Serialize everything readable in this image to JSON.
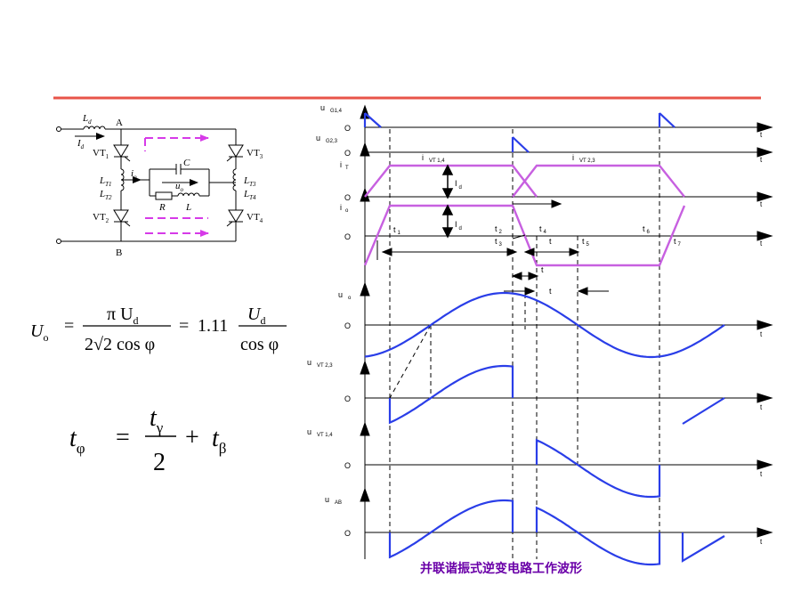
{
  "slide": {
    "caption": "并联谐振式逆变电路工作波形",
    "accent_color": "#e8544a",
    "caption_color": "#6a00a8",
    "wave_blue": "#2a3ee8",
    "wave_purple": "#c760e0",
    "dash_magenta": "#d63ae8"
  },
  "circuit": {
    "node_a": "A",
    "node_b": "B",
    "Ld": "L",
    "Ld_sub": "d",
    "Id": "I",
    "Id_sub": "d",
    "vt1": "VT",
    "vt1_sub": "1",
    "vt2": "VT",
    "vt2_sub": "2",
    "vt3": "VT",
    "vt3_sub": "3",
    "vt4": "VT",
    "vt4_sub": "4",
    "LT1": "L",
    "LT1_sub": "T1",
    "LT2": "L",
    "LT2_sub": "T2",
    "LT3": "L",
    "LT3_sub": "T3",
    "LT4": "L",
    "LT4_sub": "T4",
    "io": "i",
    "io_sub": "o",
    "uo": "u",
    "uo_sub": "o",
    "C": "C",
    "R": "R",
    "L": "L"
  },
  "equations": {
    "eq1": {
      "lhs": "U",
      "lhs_sub": "o",
      "num1": "π U",
      "num1_sub": "d",
      "den1": "2√2 cos φ",
      "eq": "=",
      "eq2": "=",
      "coef": "1.11",
      "num2": "U",
      "num2_sub": "d",
      "den2": "cos φ"
    },
    "eq2": {
      "lhs": "t",
      "lhs_sub": "φ",
      "eq": "=",
      "num": "t",
      "num_sub": "γ",
      "den": "2",
      "plus": "+",
      "rhs": "t",
      "rhs_sub": "β"
    }
  },
  "waveforms": {
    "ug14": {
      "name": "u",
      "sub": "G1,4",
      "zero": "O",
      "t": "t"
    },
    "ug23": {
      "name": "u",
      "sub": "G2,3",
      "zero": "O",
      "t": "t"
    },
    "iT": {
      "name": "i",
      "sub": "T",
      "zero": "O",
      "t": "t",
      "label1": "i",
      "label1_sub": "VT  1,4",
      "label2": "i",
      "label2_sub": "VT  2,3",
      "Id": "I",
      "Id_sub": "d"
    },
    "io": {
      "name": "i",
      "sub": "o",
      "zero": "O",
      "t": "t",
      "Id": "I",
      "Id_sub": "d"
    },
    "uo": {
      "name": "u",
      "sub": "o",
      "zero": "O",
      "t": "t"
    },
    "uvt23": {
      "name": "u",
      "sub": "VT   2,3",
      "zero": "O",
      "t": "t"
    },
    "uvt14": {
      "name": "u",
      "sub": "VT   1,4",
      "zero": "O",
      "t": "t"
    },
    "uab": {
      "name": "u",
      "sub": "AB",
      "zero": "O",
      "t": "t"
    },
    "time_marks": [
      {
        "label": "t",
        "sub": "1"
      },
      {
        "label": "t",
        "sub": "2"
      },
      {
        "label": "t",
        "sub": "3"
      },
      {
        "label": "t",
        "sub": "4"
      },
      {
        "label": "t",
        "sub": "5"
      },
      {
        "label": "t",
        "sub": "6"
      },
      {
        "label": "t",
        "sub": "7"
      }
    ],
    "intervals": [
      {
        "label": "t"
      },
      {
        "label": "t"
      },
      {
        "label": "t"
      }
    ]
  }
}
